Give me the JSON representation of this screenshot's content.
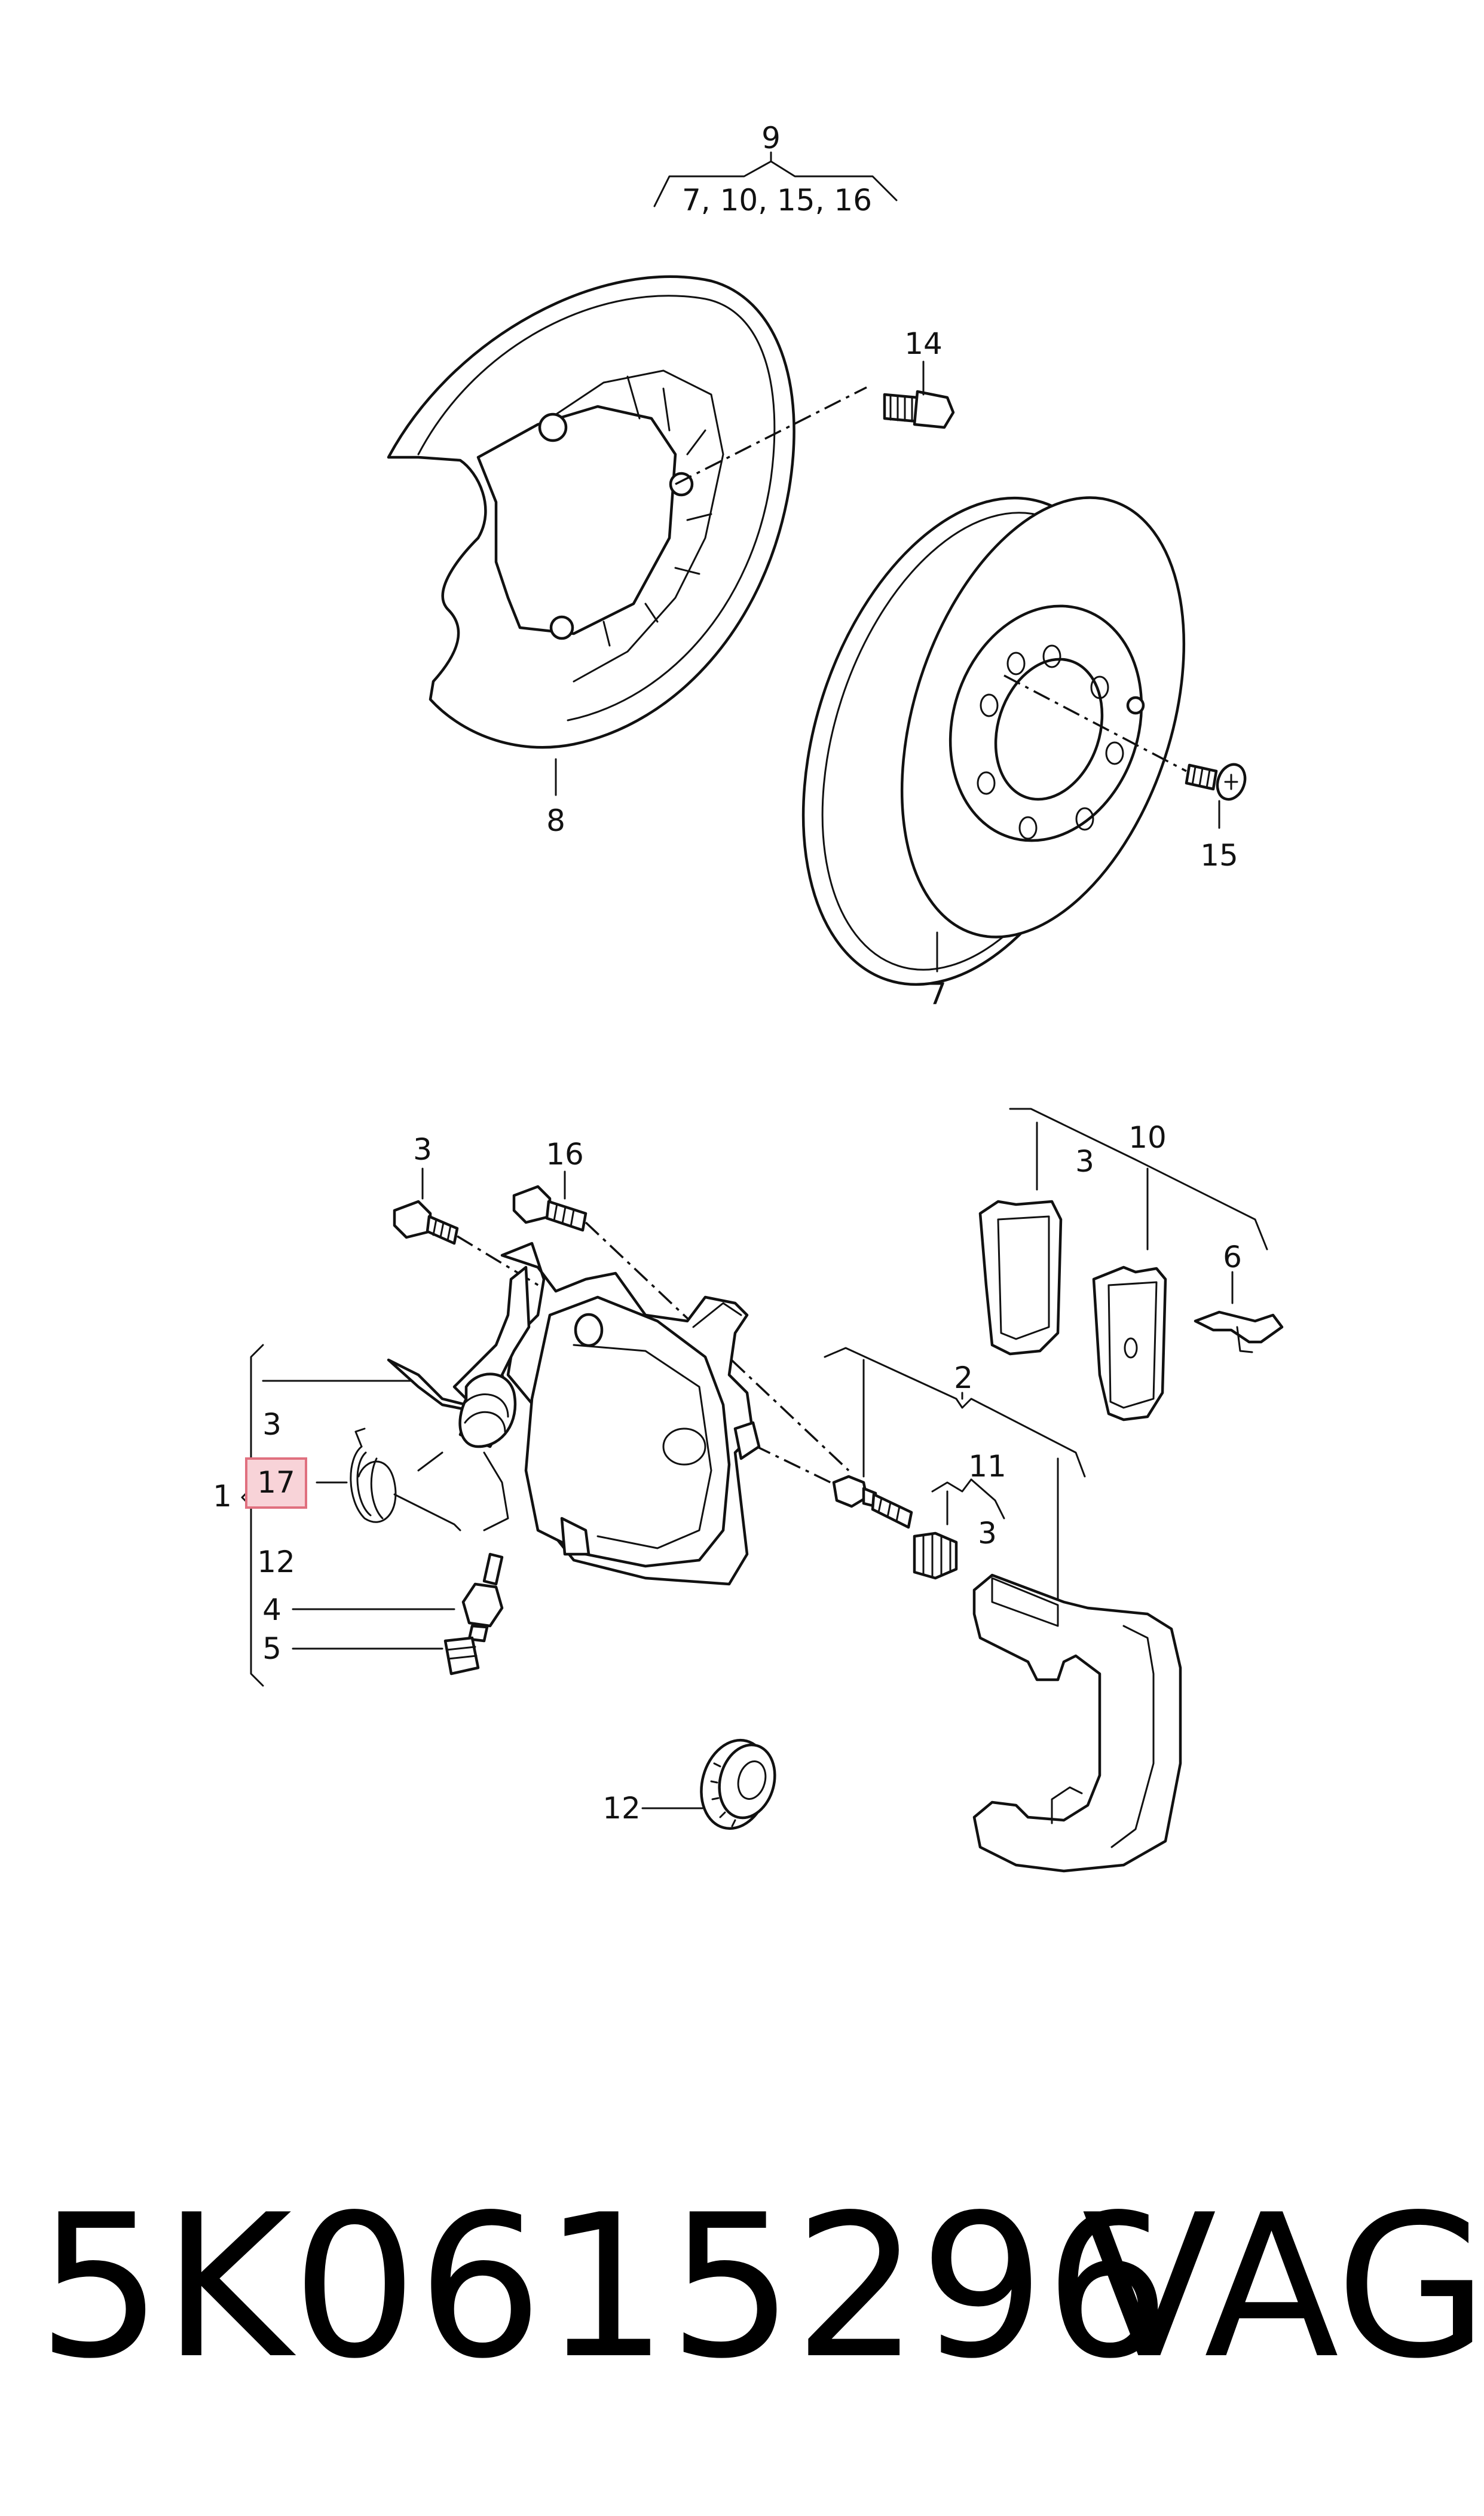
{
  "diagram": {
    "callouts": {
      "c9": "9",
      "c9_group": "7, 10, 15, 16",
      "c14": "14",
      "c8": "8",
      "c15": "15",
      "c7": "7",
      "c3_top": "3",
      "c16": "16",
      "c10": "10",
      "c3_pads": "3",
      "c6": "6",
      "c2": "2",
      "c11": "11",
      "c3_slider": "3",
      "c1": "1",
      "c3_left": "3",
      "c17": "17",
      "c12_left": "12",
      "c4": "4",
      "c5": "5",
      "c12_bottom": "12"
    },
    "highlighted_callout": "17",
    "highlight_color": "#f8d3d8"
  },
  "footer": {
    "part_number": "5K0615296",
    "brand": "VAG"
  }
}
